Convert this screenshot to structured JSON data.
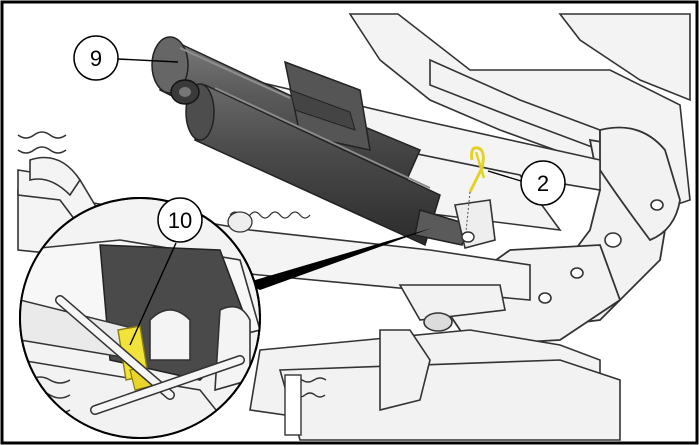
{
  "callouts": [
    {
      "label": "9"
    },
    {
      "label": "2"
    },
    {
      "label": "10"
    }
  ],
  "colors": {
    "frame": "#000000",
    "part_fill": "#f2f2f2",
    "part_stroke": "#3a3a3a",
    "actuator_dark": "#4a4a4a",
    "actuator_mid": "#5e5e5e",
    "pin_yellow": "#f2e33a"
  }
}
